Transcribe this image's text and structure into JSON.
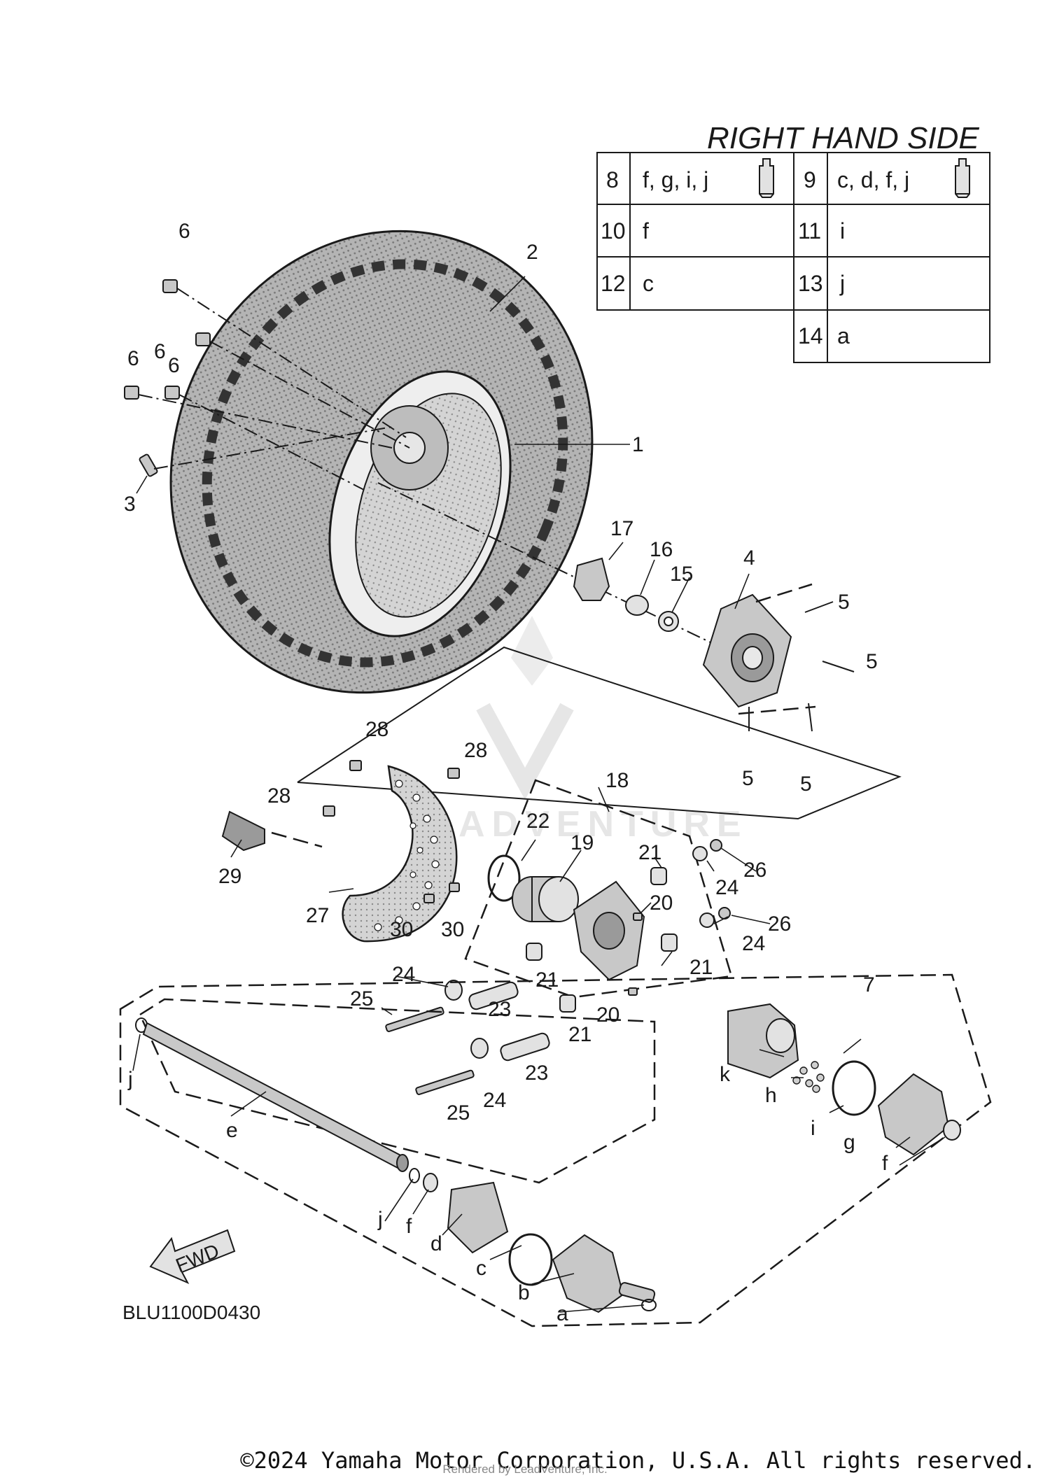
{
  "table": {
    "title": "RIGHT HAND SIDE",
    "rows": [
      {
        "left_num": "8",
        "left_val": "f, g, i, j",
        "left_icon": "grease-tube-icon",
        "right_num": "9",
        "right_val": "c, d, f, j",
        "right_icon": "grease-tube-icon"
      },
      {
        "left_num": "10",
        "left_val": "f",
        "right_num": "11",
        "right_val": "i"
      },
      {
        "left_num": "12",
        "left_val": "c",
        "right_num": "13",
        "right_val": "j"
      },
      {
        "right_num": "14",
        "right_val": "a"
      }
    ]
  },
  "callouts": {
    "n1": "1",
    "n2": "2",
    "n3": "3",
    "n4": "4",
    "n5": "5",
    "n6": "6",
    "n7": "7",
    "n15": "15",
    "n16": "16",
    "n17": "17",
    "n18": "18",
    "n19": "19",
    "n20": "20",
    "n21": "21",
    "n22": "22",
    "n23": "23",
    "n24": "24",
    "n25": "25",
    "n26": "26",
    "n27": "27",
    "n28": "28",
    "n29": "29",
    "n30": "30",
    "a": "a",
    "b": "b",
    "c": "c",
    "d": "d",
    "e": "e",
    "f": "f",
    "g": "g",
    "h": "h",
    "i": "i",
    "j": "j",
    "k": "k"
  },
  "fwd_label": "FWD",
  "diagram_code": "BLU1100D0430",
  "watermark": "ADVENTURE",
  "copyright": "©2024 Yamaha Motor Corporation, U.S.A. All rights reserved.",
  "rendered_by": "Rendered by LeadVenture, Inc."
}
